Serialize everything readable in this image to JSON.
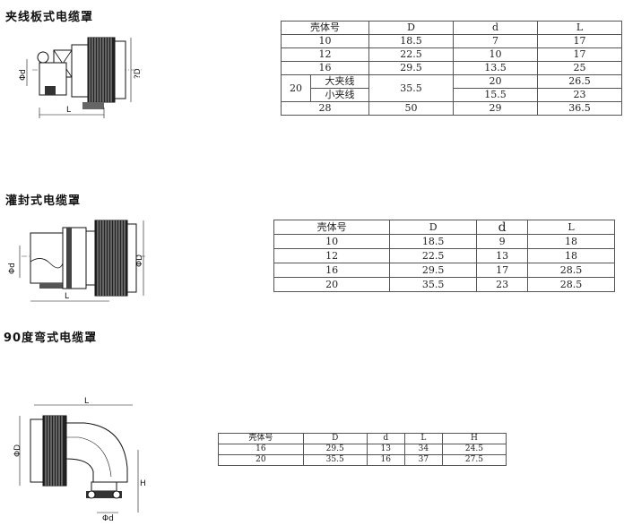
{
  "section1": {
    "title": "夹线板式电缆罩",
    "diagram_labels": {
      "d": "Φd",
      "D": "?D",
      "L": "L"
    },
    "table": {
      "headers": [
        "壳体号",
        "D",
        "d",
        "L"
      ],
      "rows": [
        [
          "10",
          "18.5",
          "7",
          "17"
        ],
        [
          "12",
          "22.5",
          "10",
          "17"
        ],
        [
          "16",
          "29.5",
          "13.5",
          "25"
        ]
      ],
      "row20": {
        "shell": "20",
        "D": "35.5",
        "variants": [
          {
            "name": "大夹线",
            "d": "20",
            "L": "26.5"
          },
          {
            "name": "小夹线",
            "d": "15.5",
            "L": "23"
          }
        ]
      },
      "last_row": [
        "28",
        "50",
        "29",
        "36.5"
      ]
    }
  },
  "section2": {
    "title": "灌封式电缆罩",
    "diagram_labels": {
      "d": "Φd",
      "D": "ΦD",
      "L": "L"
    },
    "table": {
      "headers": [
        "壳体号",
        "D",
        "d",
        "L"
      ],
      "rows": [
        [
          "10",
          "18.5",
          "9",
          "18"
        ],
        [
          "12",
          "22.5",
          "13",
          "18"
        ],
        [
          "16",
          "29.5",
          "17",
          "28.5"
        ],
        [
          "20",
          "35.5",
          "23",
          "28.5"
        ]
      ]
    }
  },
  "section3": {
    "title": "90度弯式电缆罩",
    "diagram_labels": {
      "D": "ΦD",
      "d": "Φd",
      "L": "L",
      "H": "H"
    },
    "table": {
      "headers": [
        "壳体号",
        "D",
        "d",
        "L",
        "H"
      ],
      "rows": [
        [
          "16",
          "29.5",
          "13",
          "34",
          "24.5"
        ],
        [
          "20",
          "35.5",
          "16",
          "37",
          "27.5"
        ]
      ]
    }
  }
}
